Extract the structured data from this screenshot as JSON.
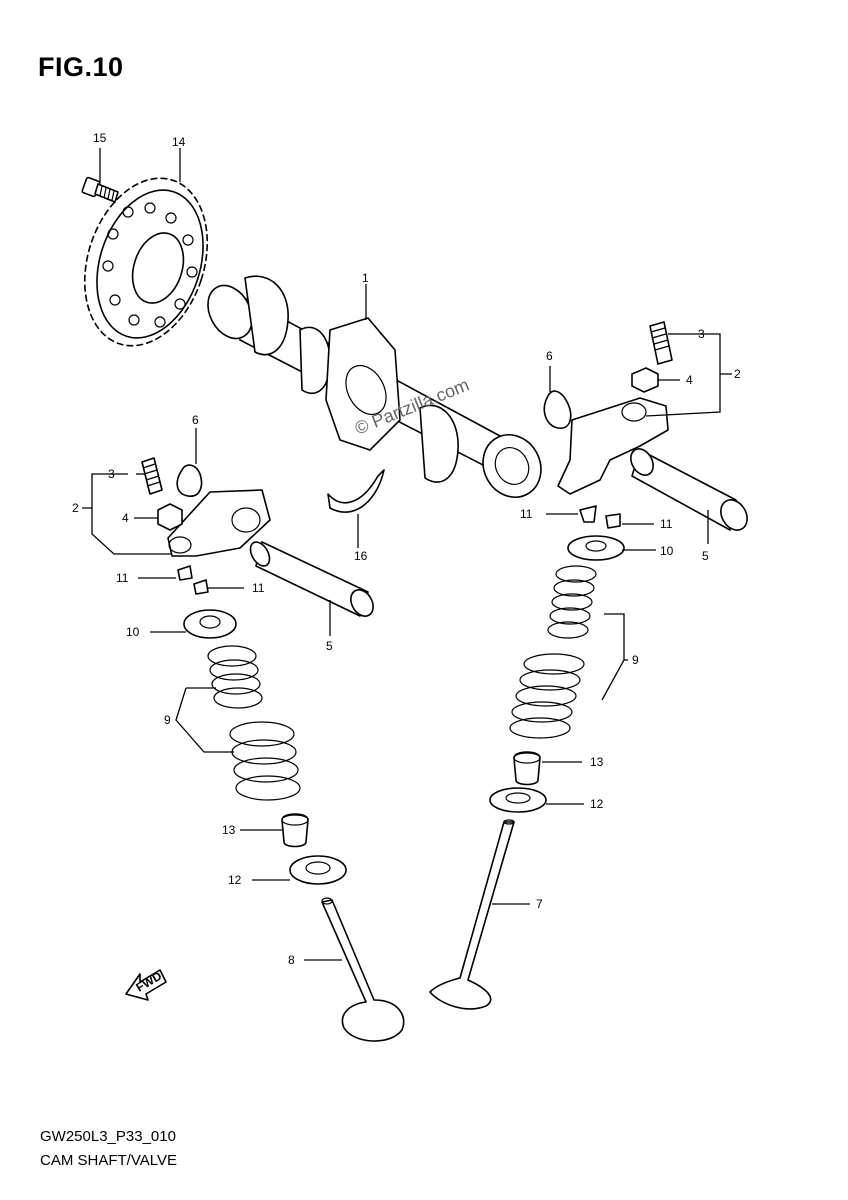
{
  "figure": {
    "title": "FIG.10",
    "code": "GW250L3_P33_010",
    "name": "CAM SHAFT/VALVE",
    "watermark": "© Partzilla.com"
  },
  "callouts": {
    "c1": "1",
    "c2_right": "2",
    "c2_left": "2",
    "c3_right": "3",
    "c3_left": "3",
    "c4_right": "4",
    "c4_left": "4",
    "c5_right": "5",
    "c5_left": "5",
    "c6_right": "6",
    "c6_left": "6",
    "c7": "7",
    "c8": "8",
    "c9_right": "9",
    "c9_left": "9",
    "c10_right": "10",
    "c10_left": "10",
    "c11_r1": "11",
    "c11_r2": "11",
    "c11_l1": "11",
    "c11_l2": "11",
    "c12_right": "12",
    "c12_left": "12",
    "c13_right": "13",
    "c13_left": "13",
    "c14": "14",
    "c15": "15",
    "c16": "16"
  },
  "fwd_label": "FWD"
}
